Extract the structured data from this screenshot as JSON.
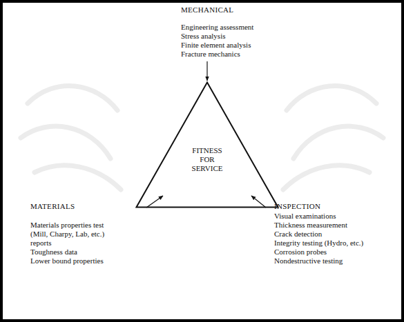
{
  "diagram": {
    "nodes": [
      {
        "text": [
          "MECHANICAL",
          "Engineering assessment",
          "Stress analysis",
          "Finite element analysis",
          "Fracture mechanics"
        ]
      },
      {
        "text": [
          "FITNESS FOR SERVICE"
        ]
      },
      {
        "text": [
          "MATERIALS",
          "Materials properties test (Mill, Charpy, Lab, etc.) reports",
          "Toughness data",
          "Lower bound properties"
        ]
      },
      {
        "text": [
          "INSPECTION",
          "Visual examinations",
          "Thickness measurement",
          "Crack detection",
          "Integrity testing (Hydro, etc.)",
          "Corrosion probes",
          "Nondestructive testing"
        ]
      }
    ],
    "edges": [
      {
        "from": 0,
        "to": 1,
        "arrow": "to"
      },
      {
        "from": 2,
        "to": 1,
        "arrow": "to"
      },
      {
        "from": 3,
        "to": 1,
        "arrow": "to"
      }
    ]
  }
}
